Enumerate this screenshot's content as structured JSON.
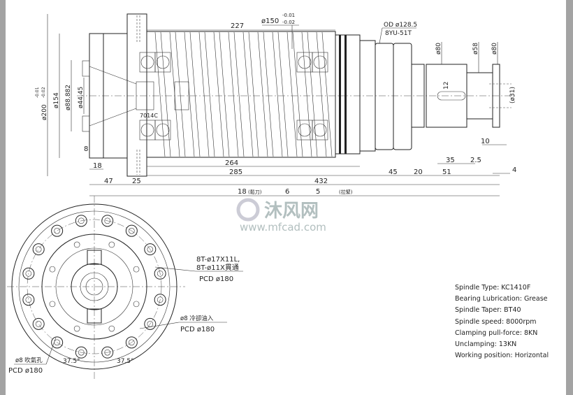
{
  "side_view": {
    "dim_227": "227",
    "dim_d150": "ø150",
    "dim_d150_tol_upper": "-0.01",
    "dim_d150_tol_lower": "-0.02",
    "od_label": "OD ø128.5",
    "seal_label": "8YU-51T",
    "dim_d80_a": "ø80",
    "dim_d58": "ø58",
    "dim_d80_b": "ø80",
    "dim_12": "12",
    "dim_d31": "(ø31)",
    "dim_d200": "ø200",
    "dim_d200_tol_upper": "-0.01",
    "dim_d200_tol_lower": "-0.02",
    "dim_d154": "ø154",
    "dim_d88": "ø88.882",
    "dim_d44": "ø44.45",
    "bearing_label": "7014C",
    "dim_8": "8",
    "dim_18": "18",
    "dim_264": "264",
    "dim_285": "285",
    "dim_47": "47",
    "dim_25": "25",
    "dim_432": "432",
    "dim_45": "45",
    "dim_20": "20",
    "dim_51": "51",
    "dim_35": "35",
    "dim_2_5": "2.5",
    "dim_10": "10",
    "dim_4": "4",
    "bottom_dim_a": "18",
    "bottom_dim_a_note": "(鬆刀)",
    "bottom_dim_b": "6",
    "bottom_dim_c": "5",
    "bottom_dim_c_note": "(拉緊)"
  },
  "front_view": {
    "hole_note_1": "8T-ø17X11L,",
    "hole_note_2": "8T-ø11X貫通",
    "pcd_1": "PCD ø180",
    "coolant_note": "ø8 冷卻油入",
    "pcd_2": "PCD ø180",
    "air_note": "ø8 吹氣孔",
    "pcd_3": "PCD ø180",
    "angle_1": "37.5°",
    "angle_2": "37.5°"
  },
  "specs": [
    "Spindle Type: KC1410F",
    "Bearing Lubrication: Grease",
    "Spindle Taper: BT40",
    "Spindle speed: 8000rpm",
    "Clamping pull-force: 8KN",
    "Unclamping: 13KN",
    "Working position: Horizontal"
  ],
  "watermark": {
    "logo": "沐风网",
    "url": "www.mfcad.com"
  }
}
